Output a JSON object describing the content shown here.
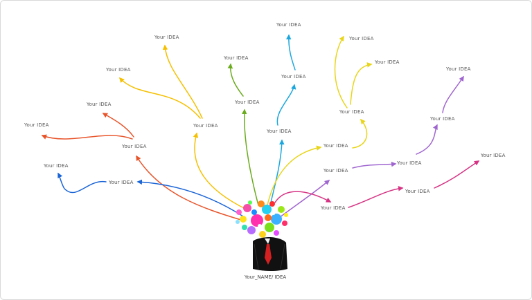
{
  "center": {
    "label": "Your_NAME/ IDEA"
  },
  "colors": {
    "orange": "#e8542a",
    "blue": "#1a64d6",
    "yellow": "#f5c000",
    "green": "#6aab1c",
    "cyan": "#1ba7de",
    "lemon": "#e8d51a",
    "purple": "#a066d0",
    "magenta": "#d63384",
    "suit": "#111111",
    "tie": "#d42020"
  },
  "ideas": [
    {
      "label": "Your IDEA",
      "color": "orange"
    },
    {
      "label": "Your IDEA",
      "color": "orange"
    },
    {
      "label": "Your IDEA",
      "color": "orange"
    },
    {
      "label": "Your IDEA",
      "color": "blue"
    },
    {
      "label": "Your IDEA",
      "color": "blue"
    },
    {
      "label": "Your IDEA",
      "color": "yellow"
    },
    {
      "label": "Your IDEA",
      "color": "yellow"
    },
    {
      "label": "Your IDEA",
      "color": "yellow"
    },
    {
      "label": "Your IDEA",
      "color": "green"
    },
    {
      "label": "Your IDEA",
      "color": "green"
    },
    {
      "label": "Your IDEA",
      "color": "cyan"
    },
    {
      "label": "Your IDEA",
      "color": "cyan"
    },
    {
      "label": "Your IDEA",
      "color": "cyan"
    },
    {
      "label": "Your IDEA",
      "color": "lemon"
    },
    {
      "label": "Your IDEA",
      "color": "lemon"
    },
    {
      "label": "Your IDEA",
      "color": "lemon"
    },
    {
      "label": "Your IDEA",
      "color": "lemon"
    },
    {
      "label": "Your IDEA",
      "color": "purple"
    },
    {
      "label": "Your IDEA",
      "color": "purple"
    },
    {
      "label": "Your IDEA",
      "color": "purple"
    },
    {
      "label": "Your IDEA",
      "color": "purple"
    },
    {
      "label": "Your IDEA",
      "color": "magenta"
    },
    {
      "label": "Your IDEA",
      "color": "magenta"
    },
    {
      "label": "Your IDEA",
      "color": "magenta"
    }
  ]
}
